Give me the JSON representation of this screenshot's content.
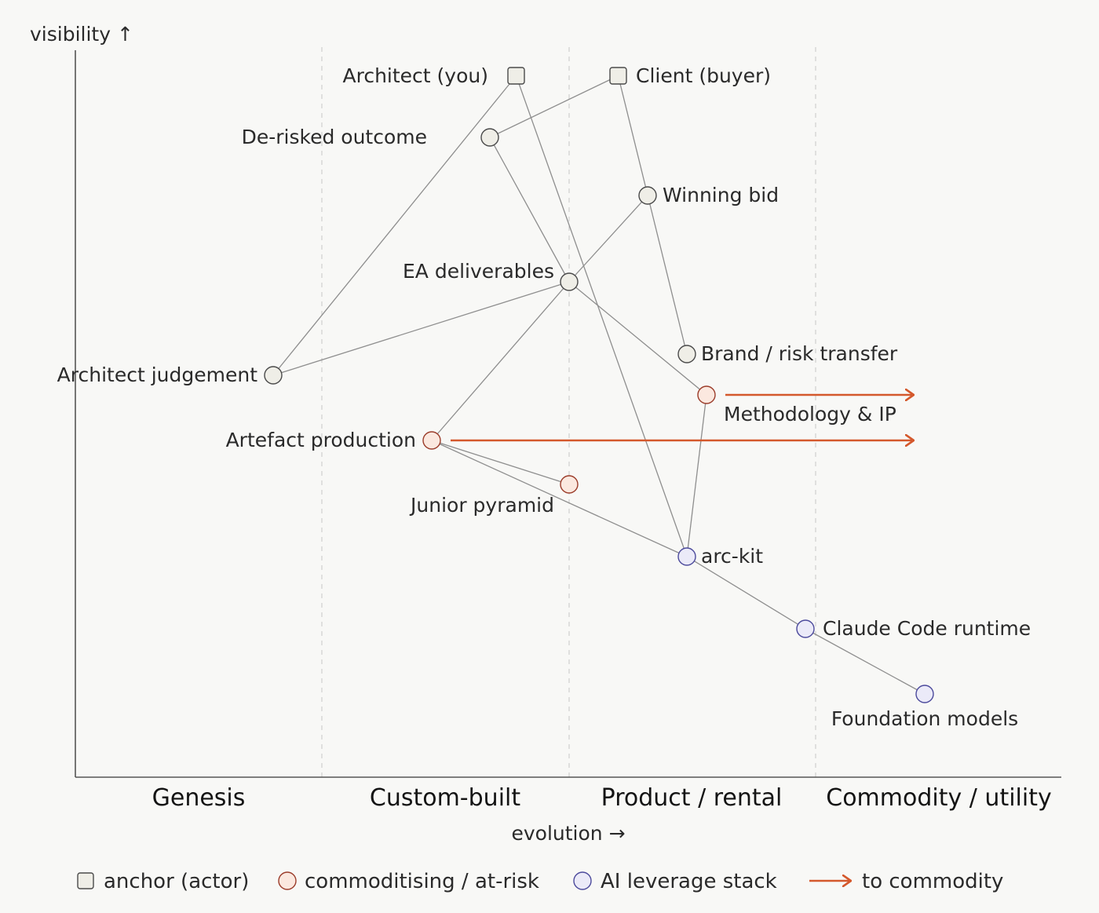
{
  "axes": {
    "y_label": "visibility ↑",
    "x_label": "evolution →"
  },
  "stages": [
    "Genesis",
    "Custom-built",
    "Product / rental",
    "Commodity / utility"
  ],
  "colors": {
    "anchor_fill": "#efeee7",
    "anchor_stroke": "#4a4a4a",
    "neutral_fill": "#efeee7",
    "neutral_stroke": "#4a4a4a",
    "risk_fill": "#fbe8df",
    "risk_stroke": "#9b3c2a",
    "ai_fill": "#ebeaf8",
    "ai_stroke": "#4c4a9c",
    "edge": "#8e8e8e",
    "arrow": "#d4582c",
    "axis": "#555555",
    "divider": "#cfcfcf",
    "background": "#f8f8f6"
  },
  "nodes": {
    "architect": {
      "label": "Architect (you)",
      "kind": "anchor"
    },
    "client": {
      "label": "Client (buyer)",
      "kind": "anchor"
    },
    "derisked": {
      "label": "De-risked outcome",
      "kind": "neutral"
    },
    "winning_bid": {
      "label": "Winning bid",
      "kind": "neutral"
    },
    "ea_deliverables": {
      "label": "EA deliverables",
      "kind": "neutral"
    },
    "architect_judgement": {
      "label": "Architect judgement",
      "kind": "neutral"
    },
    "brand_risk": {
      "label": "Brand / risk transfer",
      "kind": "neutral"
    },
    "methodology": {
      "label": "Methodology & IP",
      "kind": "risk"
    },
    "artefact": {
      "label": "Artefact production",
      "kind": "risk"
    },
    "junior": {
      "label": "Junior pyramid",
      "kind": "risk"
    },
    "arckit": {
      "label": "arc-kit",
      "kind": "ai"
    },
    "claude_runtime": {
      "label": "Claude Code runtime",
      "kind": "ai"
    },
    "foundation": {
      "label": "Foundation models",
      "kind": "ai"
    }
  },
  "edges": [
    [
      "architect",
      "architect_judgement"
    ],
    [
      "architect",
      "arckit"
    ],
    [
      "client",
      "derisked"
    ],
    [
      "client",
      "brand_risk"
    ],
    [
      "derisked",
      "ea_deliverables"
    ],
    [
      "winning_bid",
      "ea_deliverables"
    ],
    [
      "ea_deliverables",
      "architect_judgement"
    ],
    [
      "ea_deliverables",
      "artefact"
    ],
    [
      "ea_deliverables",
      "methodology"
    ],
    [
      "methodology",
      "arckit"
    ],
    [
      "artefact",
      "junior"
    ],
    [
      "artefact",
      "arckit"
    ],
    [
      "arckit",
      "claude_runtime"
    ],
    [
      "claude_runtime",
      "foundation"
    ]
  ],
  "movements": [
    {
      "from": "methodology"
    },
    {
      "from": "artefact"
    }
  ],
  "legend": {
    "anchor": "anchor (actor)",
    "risk": "commoditising / at-risk",
    "ai": "AI leverage stack",
    "arrow": "to commodity"
  }
}
